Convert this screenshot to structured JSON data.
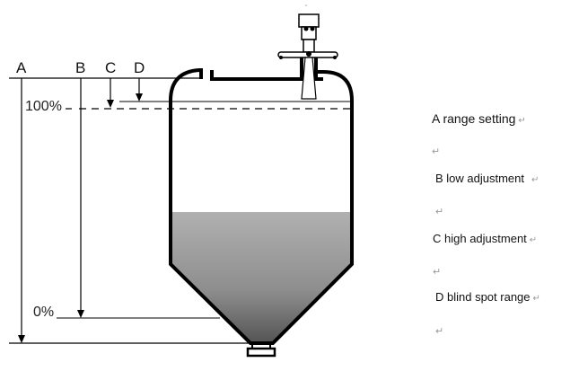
{
  "diagram": {
    "axis_labels": {
      "a": "A",
      "b": "B",
      "c": "C",
      "d": "D"
    },
    "level_labels": {
      "full": "100%",
      "empty": "0%"
    },
    "fill_color": "#9a9a9a"
  },
  "legend": {
    "items": [
      {
        "label": "A range setting",
        "mark": "↵"
      },
      {
        "label": "B low adjustment",
        "mark": "↵"
      },
      {
        "label": "C high adjustment",
        "mark": "↵"
      },
      {
        "label": "D blind spot range",
        "mark": "↵"
      }
    ],
    "paragraph_mark": "↵"
  }
}
